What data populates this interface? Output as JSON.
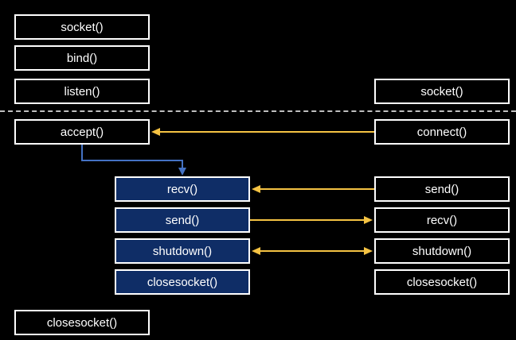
{
  "colors": {
    "background": "#000000",
    "box_border": "#ffffff",
    "highlight_fill": "#0f2d66",
    "arrow_yellow": "#f5c343",
    "arrow_blue": "#4472c4",
    "divider": "#bfbfbf"
  },
  "server": {
    "socket": "socket()",
    "bind": "bind()",
    "listen": "listen()",
    "accept": "accept()",
    "closesocket": "closesocket()"
  },
  "worker": {
    "recv": "recv()",
    "send": "send()",
    "shutdown": "shutdown()",
    "closesocket": "closesocket()"
  },
  "client": {
    "socket": "socket()",
    "connect": "connect()",
    "send": "send()",
    "recv": "recv()",
    "shutdown": "shutdown()",
    "closesocket": "closesocket()"
  }
}
